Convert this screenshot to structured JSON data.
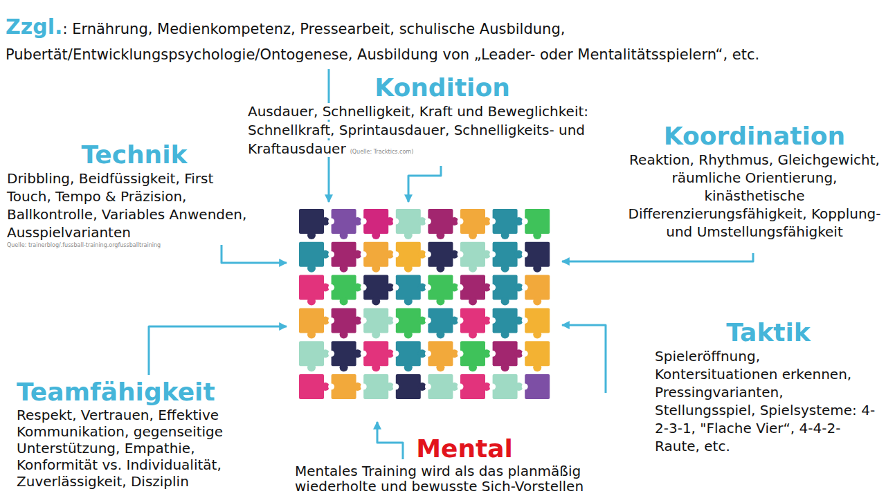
{
  "diagram": {
    "nodes": [
      {
        "text": [
          "Kondition",
          "Ausdauer, Schnelligkeit, Kraft und Beweglichkeit: Schnellkraft, Sprintausdauer, Schnelligkeits- und Kraftausdauer",
          "(Quelle: Tracktics.com)"
        ]
      },
      {
        "text": [
          "Koordination",
          "Reaktion, Rhythmus, Gleichgewicht, räumliche Orientierung, kinästhetische Differenzierungsfähigkeit, Kopplung- und Umstellungsfähigkeit"
        ]
      },
      {
        "text": [
          "Technik",
          "Dribbling, Beidfüssigkeit, First Touch, Tempo & Präzision, Ballkontrolle, Variables Anwenden, Ausspielvarianten",
          "Quelle: trainerblog/.fussball-training.orgfussballtraining"
        ]
      },
      {
        "text": [
          "Taktik",
          "Spieleröffnung, Kontersituationen erkennen, Pressingvarianten, Stellungsspiel, Spielsysteme: 4-2-3-1, \"Flache Vier“, 4-4-2-Raute, etc."
        ]
      },
      {
        "text": [
          "Teamfähigkeit",
          "Respekt, Vertrauen, Effektive Kommunikation, gegenseitige Unterstützung, Empathie, Konformität vs. Individualität, Zuverlässigkeit, Disziplin"
        ]
      },
      {
        "text": [
          "Mental",
          "Mentales Training wird als das planmäßig wiederholte und bewusste Sich-Vorstellen"
        ]
      }
    ],
    "labels": [
      "Zzgl.",
      ": Ernährung, Medienkompetenz, Pressearbeit, schulische Ausbildung, Pubertät/Entwicklungspsychologie/Ontogenese, Ausbildung von „Leader- oder Mentalitätsspielern“, etc."
    ]
  }
}
